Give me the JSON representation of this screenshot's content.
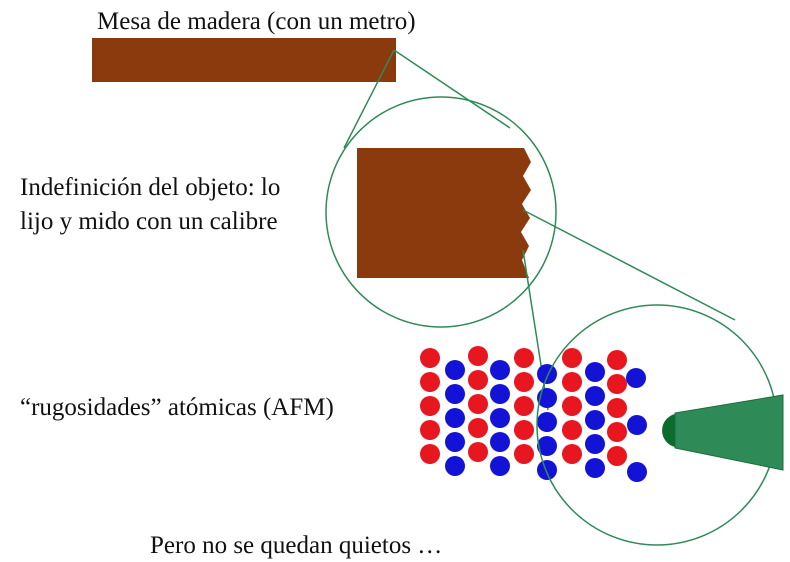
{
  "title": "Mesa de madera (con un metro)",
  "indefinicion_line1": "Indefinición del objeto: lo",
  "indefinicion_line2": "lijo y mido con un calibre",
  "rugosidades": "“rugosidades” atómicas (AFM)",
  "footer": "Pero no se quedan quietos …",
  "colors": {
    "wood": "#8B3A0E",
    "zoom_line": "#2E8B57",
    "atom_red": "#E8161E",
    "atom_blue": "#1313D6",
    "afm_tip": "#2E8B57"
  }
}
